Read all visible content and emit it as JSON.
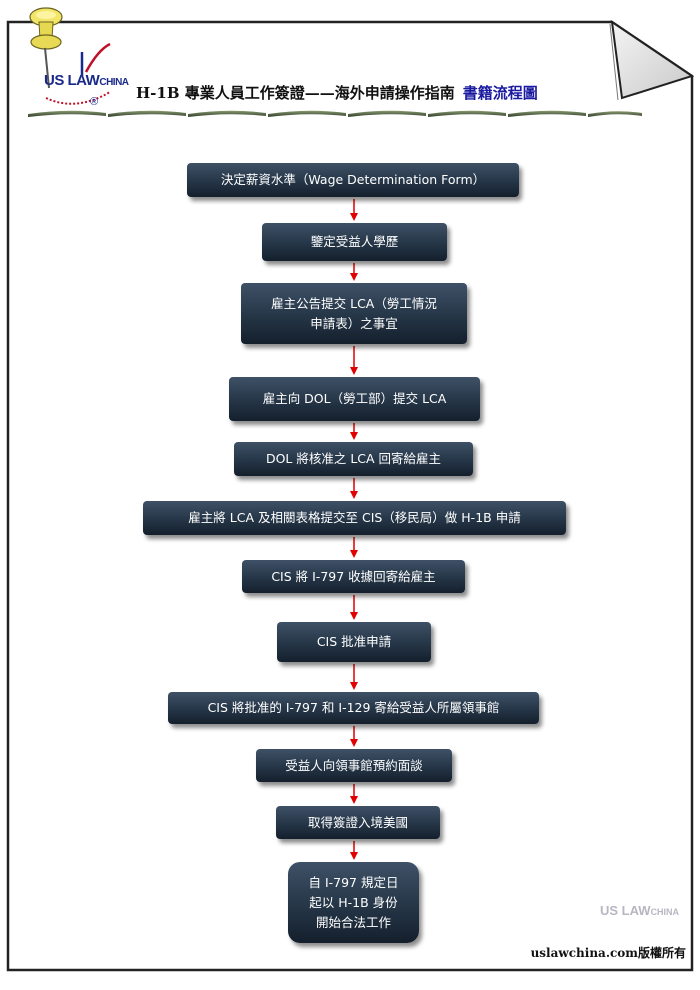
{
  "header": {
    "logo_text_main": "US LAW",
    "logo_text_small": "CHINA",
    "logo_registered": "®",
    "title": "H-1B 專業人員工作簽證——海外申請操作指南",
    "title_accent": "書籍流程圖"
  },
  "footer": {
    "watermark_main": "US LAW",
    "watermark_small": "CHINA",
    "copyright": "uslawchina.com版權所有"
  },
  "colors": {
    "node_fill_top": "#3f5166",
    "node_fill_bottom": "#141f2c",
    "arrow": "#e00000",
    "title_accent": "#1a1aa0",
    "logo": "#1a2a8a"
  },
  "flow": {
    "steps": [
      "決定薪資水準（Wage Determination Form）",
      "鑒定受益人學歷",
      "雇主公告提交 LCA（勞工情況\n申請表）之事宜",
      "雇主向 DOL（勞工部）提交 LCA",
      "DOL 將核准之 LCA 回寄給雇主",
      "雇主將 LCA 及相關表格提交至 CIS（移民局）做 H-1B 申請",
      "CIS 將 I-797 收據回寄給雇主",
      "CIS 批准申請",
      "CIS 將批准的 I-797 和 I-129 寄給受益人所屬領事館",
      "受益人向領事館預約面談",
      "取得簽證入境美國",
      "自 I-797 規定日\n起以 H-1B 身份\n開始合法工作"
    ]
  }
}
